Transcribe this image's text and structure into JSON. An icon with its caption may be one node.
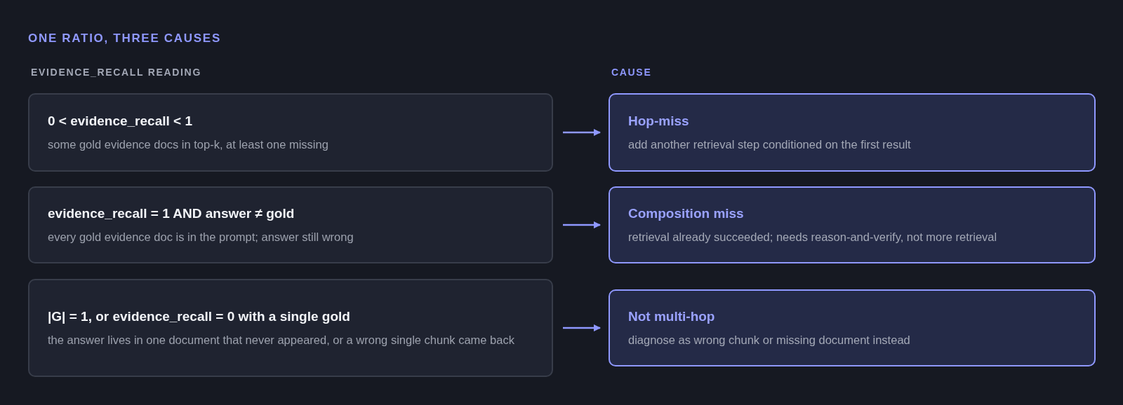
{
  "diagram": {
    "title": "ONE RATIO, THREE CAUSES",
    "nodes": [
      {
        "text": [
          "0 < evidence_recall < 1",
          "some gold evidence docs in top-k, at least one missing"
        ]
      },
      {
        "text": [
          "evidence_recall = 1 AND answer ≠ gold",
          "every gold evidence doc is in the prompt; answer still wrong"
        ]
      },
      {
        "text": [
          "|G| = 1, or evidence_recall = 0 with a single gold",
          "the answer lives in one document that never appeared, or a wrong single chunk came back"
        ]
      },
      {
        "text": [
          "Hop-miss",
          "add another retrieval step conditioned on the first result"
        ]
      },
      {
        "text": [
          "Composition miss",
          "retrieval already succeeded; needs reason-and-verify, not more retrieval"
        ]
      },
      {
        "text": [
          "Not multi-hop",
          "diagnose as wrong chunk or missing document instead"
        ]
      }
    ],
    "edges": [
      {
        "from": 0,
        "to": 3,
        "arrow": "to"
      },
      {
        "from": 1,
        "to": 4,
        "arrow": "to"
      },
      {
        "from": 2,
        "to": 5,
        "arrow": "to"
      }
    ],
    "labels": [
      "EVIDENCE_RECALL READING",
      "CAUSE"
    ]
  }
}
